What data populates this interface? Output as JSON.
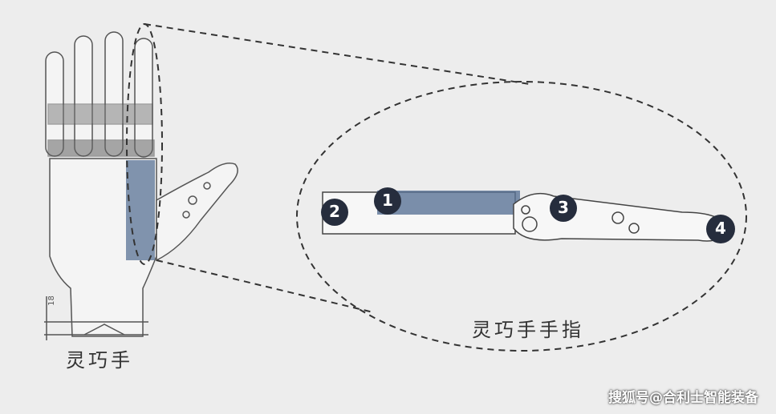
{
  "labels": {
    "hand": "灵巧手",
    "finger": "灵巧手手指",
    "dimension": "18"
  },
  "markers": [
    "1",
    "2",
    "3",
    "4"
  ],
  "watermark": "搜狐号@合利士智能装备",
  "colors": {
    "background": "#ededed",
    "highlight": "#5a7396",
    "marker": "#262d3d",
    "line": "#333333"
  }
}
